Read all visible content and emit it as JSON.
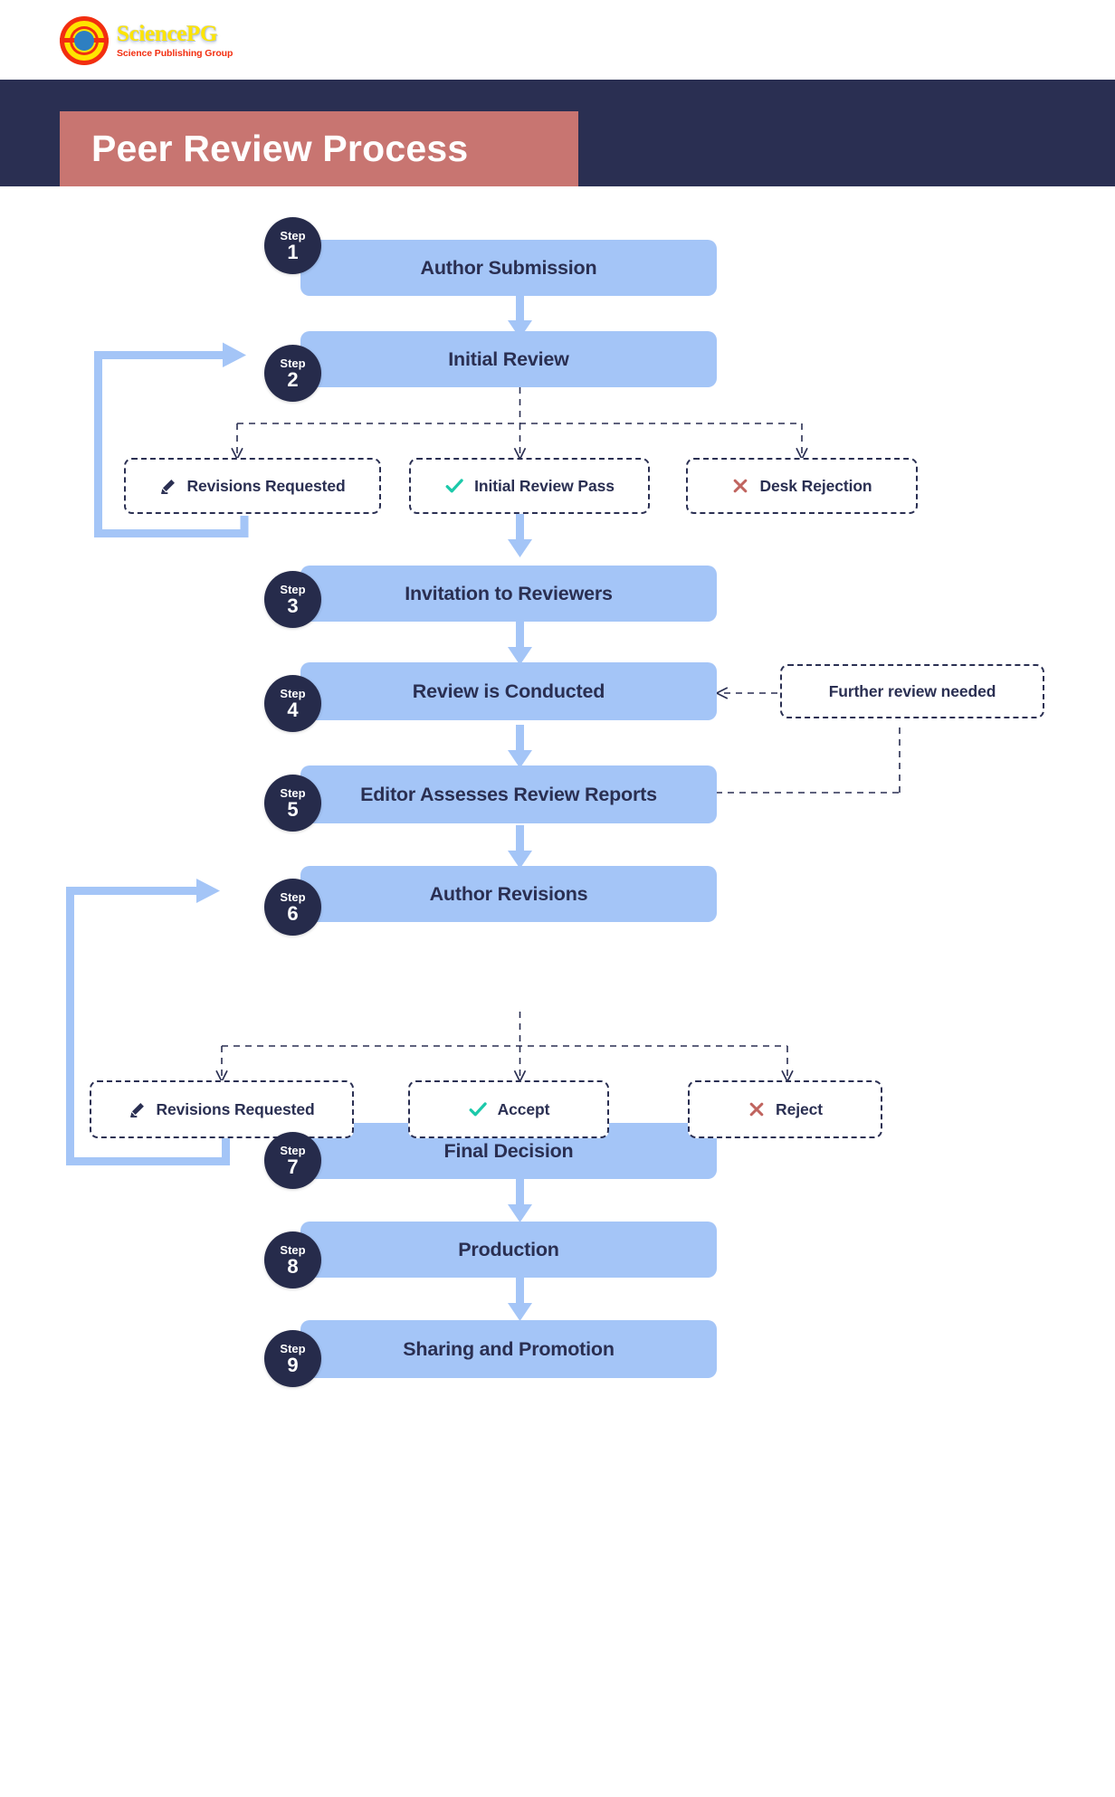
{
  "header": {
    "logo_title": "SciencePG",
    "logo_subtitle": "Science Publishing Group",
    "logo_icon": "sciencepg-concentric-circles-logo"
  },
  "banner": {
    "title": "Peer Review Process",
    "banner_color": "#2A2F52",
    "title_box_color": "#C87571"
  },
  "colors": {
    "step_fill": "#A4C5F7",
    "badge_fill": "#262B4B",
    "text_dark": "#2A2F52",
    "check_green": "#1CC9AA",
    "x_red": "#C0645F",
    "arrow_blue": "#A4C5F7"
  },
  "steps": [
    {
      "n": "1",
      "word": "Step",
      "label": "Author Submission"
    },
    {
      "n": "2",
      "word": "Step",
      "label": "Initial Review"
    },
    {
      "n": "3",
      "word": "Step",
      "label": "Invitation to Reviewers"
    },
    {
      "n": "4",
      "word": "Step",
      "label": "Review is Conducted"
    },
    {
      "n": "5",
      "word": "Step",
      "label": "Editor Assesses Review Reports"
    },
    {
      "n": "6",
      "word": "Step",
      "label": "Author Revisions"
    },
    {
      "n": "7",
      "word": "Step",
      "label": "Final Decision"
    },
    {
      "n": "8",
      "word": "Step",
      "label": "Production"
    },
    {
      "n": "9",
      "word": "Step",
      "label": "Sharing and Promotion"
    }
  ],
  "decisions_row1": [
    {
      "label": "Revisions Requested",
      "icon": "pencil-icon"
    },
    {
      "label": "Initial Review Pass",
      "icon": "check-icon"
    },
    {
      "label": "Desk Rejection",
      "icon": "x-icon"
    }
  ],
  "decisions_row2": [
    {
      "label": "Revisions Requested",
      "icon": "pencil-icon"
    },
    {
      "label": "Accept",
      "icon": "check-icon"
    },
    {
      "label": "Reject",
      "icon": "x-icon"
    }
  ],
  "notes": {
    "further_review": "Further review needed"
  }
}
